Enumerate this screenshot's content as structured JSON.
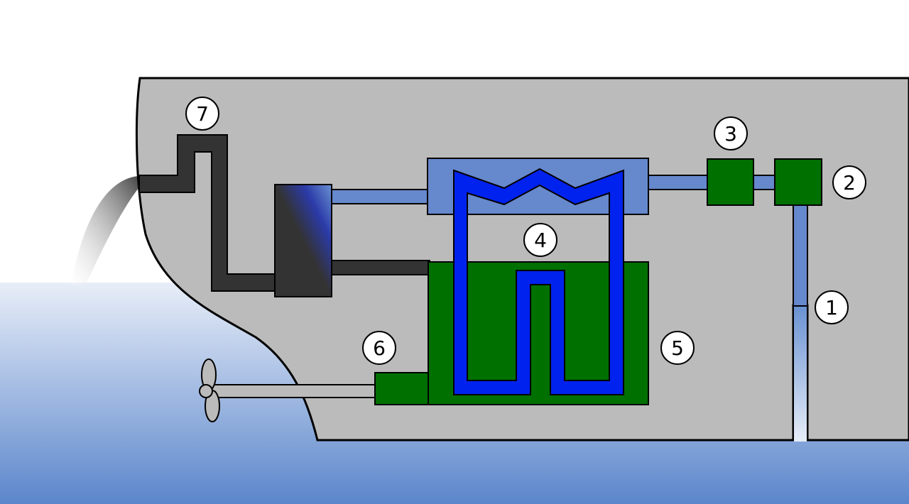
{
  "colors": {
    "hull": "#bbbbbb",
    "engine_green": "#007000",
    "cooling_pipe": "#6688cc",
    "coolant_loop": "#0022ee",
    "exhaust": "#333333",
    "water_top": "#ffffff",
    "water_bottom": "#5b86cb",
    "outline": "#000000"
  },
  "callouts": [
    {
      "id": "c1",
      "number": "1"
    },
    {
      "id": "c2",
      "number": "2"
    },
    {
      "id": "c3",
      "number": "3"
    },
    {
      "id": "c4",
      "number": "4"
    },
    {
      "id": "c5",
      "number": "5"
    },
    {
      "id": "c6",
      "number": "6"
    },
    {
      "id": "c7",
      "number": "7"
    }
  ]
}
